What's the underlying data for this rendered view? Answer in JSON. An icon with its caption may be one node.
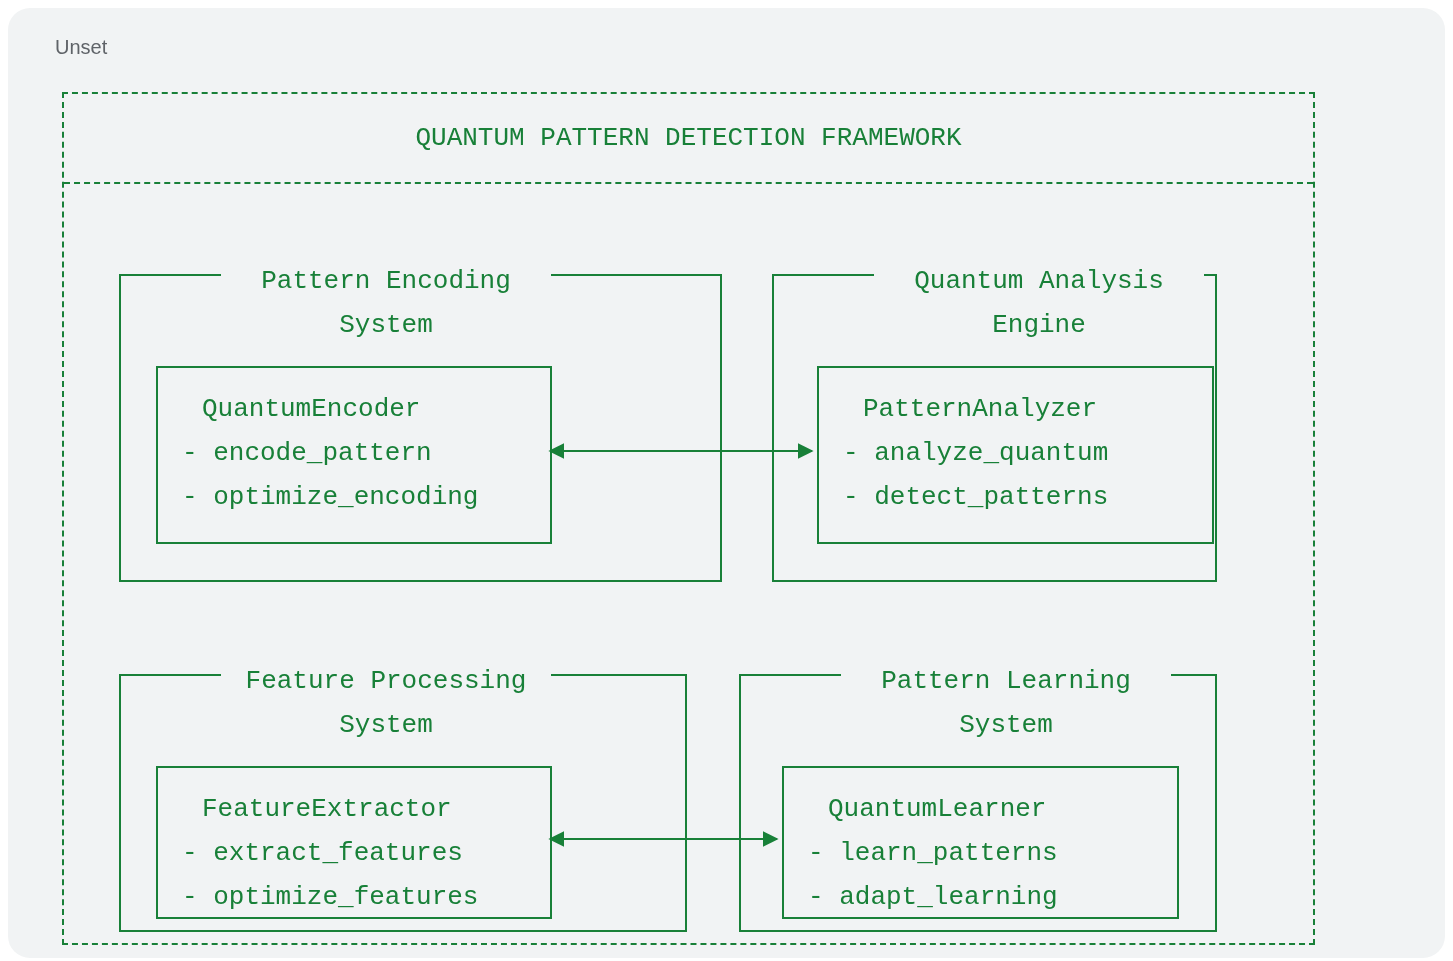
{
  "diagram": {
    "nodes": [
      {
        "text": [
          "QUANTUM PATTERN DETECTION FRAMEWORK"
        ]
      },
      {
        "text": [
          "Pattern Encoding System"
        ],
        "in": 0
      },
      {
        "text": [
          "QuantumEncoder",
          "- encode_pattern",
          "- optimize_encoding"
        ],
        "in": 1
      },
      {
        "text": [
          "Quantum Analysis Engine"
        ],
        "in": 0
      },
      {
        "text": [
          "PatternAnalyzer",
          "- analyze_quantum",
          "- detect_patterns"
        ],
        "in": 3
      },
      {
        "text": [
          "Feature Processing System"
        ],
        "in": 0
      },
      {
        "text": [
          "FeatureExtractor",
          "- extract_features",
          "- optimize_features"
        ],
        "in": 5
      },
      {
        "text": [
          "Pattern Learning System"
        ],
        "in": 0
      },
      {
        "text": [
          "QuantumLearner",
          "- learn_patterns",
          "- adapt_learning"
        ],
        "in": 7
      }
    ],
    "edges": [
      {
        "from": 2,
        "to": 4,
        "arrow": "both"
      },
      {
        "from": 6,
        "to": 8,
        "arrow": "both"
      }
    ],
    "labels": [
      "Unset"
    ]
  }
}
